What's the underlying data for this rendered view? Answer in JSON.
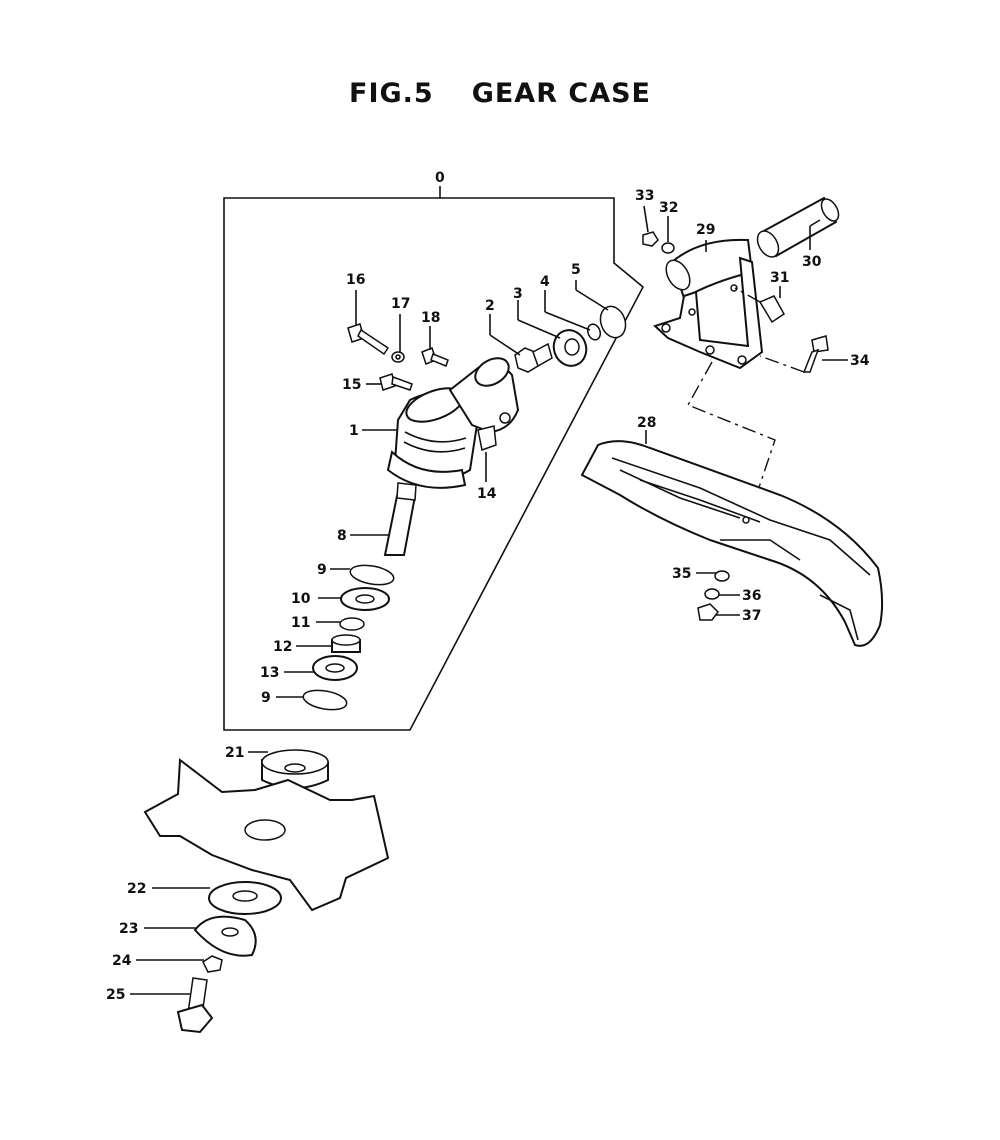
{
  "figure": {
    "number": "FIG.5",
    "name": "GEAR CASE"
  },
  "callouts": {
    "c0": "0",
    "c1": "1",
    "c2": "2",
    "c3": "3",
    "c4": "4",
    "c5": "5",
    "c8": "8",
    "c9a": "9",
    "c9b": "9",
    "c10": "10",
    "c11": "11",
    "c12": "12",
    "c13": "13",
    "c14": "14",
    "c15": "15",
    "c16": "16",
    "c17": "17",
    "c18": "18",
    "c21": "21",
    "c22": "22",
    "c23": "23",
    "c24": "24",
    "c25": "25",
    "c28": "28",
    "c29": "29",
    "c30": "30",
    "c31": "31",
    "c32": "32",
    "c33": "33",
    "c34": "34",
    "c35": "35",
    "c36": "36",
    "c37": "37"
  }
}
